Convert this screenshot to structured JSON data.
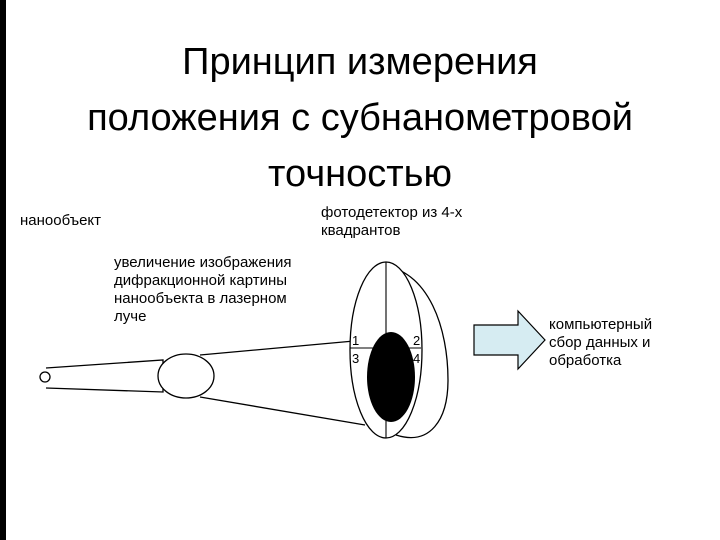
{
  "title": {
    "lines": [
      "Принцип измерения",
      "положения с субнанометровой",
      "точностью"
    ]
  },
  "labels": {
    "nanoobject": "нанообъект",
    "photodetector": [
      "фотодетектор из 4-х",
      "квадрантов"
    ],
    "magnification": [
      "увеличение изображения",
      "дифракционной картины",
      "нанообъекта в лазерном",
      "луче"
    ],
    "computer": [
      "компьютерный",
      "сбор данных и",
      "обработка"
    ]
  },
  "quadrants": [
    "1",
    "2",
    "3",
    "4"
  ],
  "colors": {
    "arrow_fill": "#d6ecf2",
    "spot": "#000000",
    "stroke": "#000000"
  }
}
